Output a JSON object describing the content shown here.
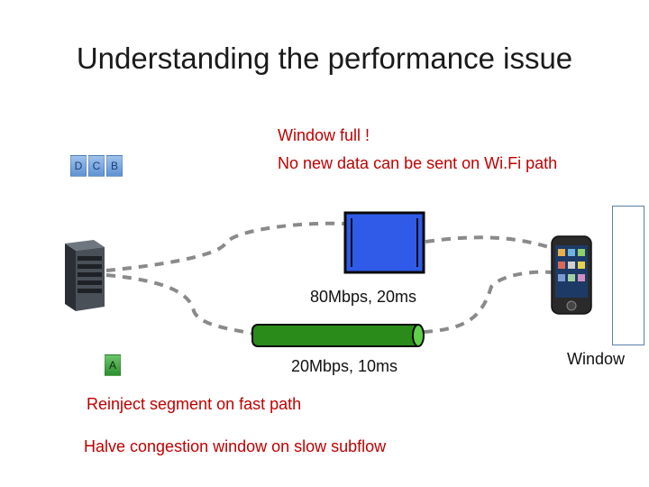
{
  "title": "Understanding the performance issue",
  "window_full": {
    "line1": "Window full !",
    "line2": "No new data can be sent on Wi.Fi path"
  },
  "send_queue": {
    "segments": [
      "D",
      "C",
      "B"
    ]
  },
  "fast_path_segment": "A",
  "links": {
    "wifi": "80Mbps, 20ms",
    "fast": "20Mbps, 10ms"
  },
  "actions": {
    "reinject": "Reinject segment on fast path",
    "halve": "Halve congestion window on slow subflow"
  },
  "window_label": "Window",
  "icons": {
    "server": "server-icon",
    "phone": "smartphone-icon"
  },
  "colors": {
    "accent_red": "#c00000",
    "wifi_pipe": "#2f5be8",
    "fast_pipe": "#2a8a1a",
    "segment_blue": "#7aa7e0",
    "segment_green": "#3aa53a"
  }
}
